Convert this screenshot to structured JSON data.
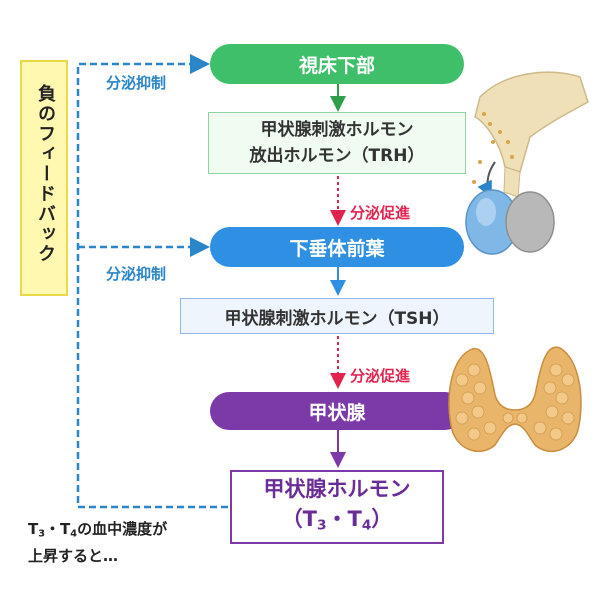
{
  "feedback": {
    "label": "負のフィードバック"
  },
  "hypothalamus": {
    "label": "視床下部"
  },
  "trh": {
    "line1": "甲状腺刺激ホルモン",
    "line2": "放出ホルモン（TRH）"
  },
  "pituitary": {
    "label": "下垂体前葉"
  },
  "tsh": {
    "label": "甲状腺刺激ホルモン（TSH）"
  },
  "thyroid": {
    "label": "甲状腺"
  },
  "hormone": {
    "line1": "甲状腺ホルモン",
    "line2_prefix": "（T",
    "line2_sub1": "3",
    "line2_mid": "・T",
    "line2_sub2": "4",
    "line2_suffix": "）"
  },
  "inhibit": {
    "label1": "分泌抑制",
    "label2": "分泌抑制"
  },
  "promote": {
    "label1": "分泌促進",
    "label2": "分泌促進"
  },
  "trigger": {
    "t_prefix": "T",
    "t_sub1": "3",
    "t_mid": "・T",
    "t_sub2": "4",
    "t_suffix": "の血中濃度が",
    "line2": "上昇すると…"
  },
  "colors": {
    "hypothalamus": "#3fbf6a",
    "pituitary": "#2e8fe3",
    "thyroid": "#7b3aa8",
    "inhibit": "#2a86c9",
    "promote": "#e0244f",
    "feedback_bg": "#fff8b0"
  }
}
